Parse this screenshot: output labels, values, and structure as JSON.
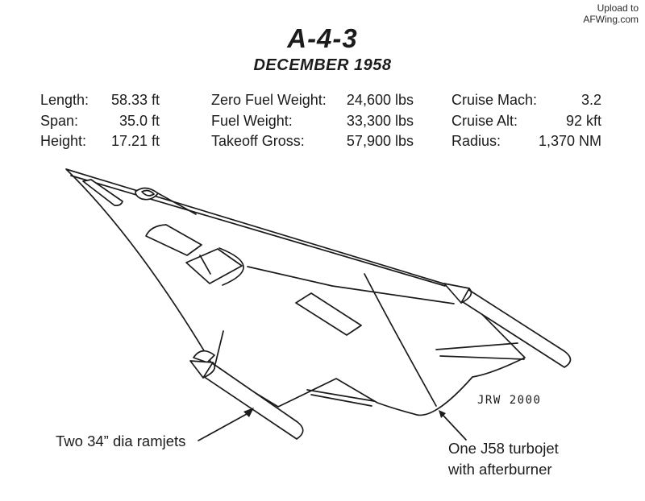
{
  "colors": {
    "ink": "#1b1b1b",
    "background": "#ffffff"
  },
  "watermark": {
    "line1": "Upload to",
    "line2": "AFWing.com"
  },
  "header": {
    "title": "A-4-3",
    "subtitle": "DECEMBER 1958"
  },
  "specs": {
    "columns": [
      {
        "rows": [
          {
            "label": "Length:",
            "value": "58.33 ft"
          },
          {
            "label": "Span:",
            "value": "35.0 ft"
          },
          {
            "label": "Height:",
            "value": "17.21 ft"
          }
        ]
      },
      {
        "rows": [
          {
            "label": "Zero Fuel Weight:",
            "value": "24,600 lbs"
          },
          {
            "label": "Fuel Weight:",
            "value": "33,300 lbs"
          },
          {
            "label": "Takeoff Gross:",
            "value": "57,900 lbs"
          }
        ]
      },
      {
        "rows": [
          {
            "label": "Cruise Mach:",
            "value": "3.2"
          },
          {
            "label": "Cruise Alt:",
            "value": "92 kft"
          },
          {
            "label": "Radius:",
            "value": "1,370 NM"
          }
        ]
      }
    ]
  },
  "annotations": {
    "ramjet_label": "Two 34” dia ramjets",
    "turbojet_label_line1": "One J58 turbojet",
    "turbojet_label_line2": "with afterburner",
    "signature": "JRW 2000"
  }
}
